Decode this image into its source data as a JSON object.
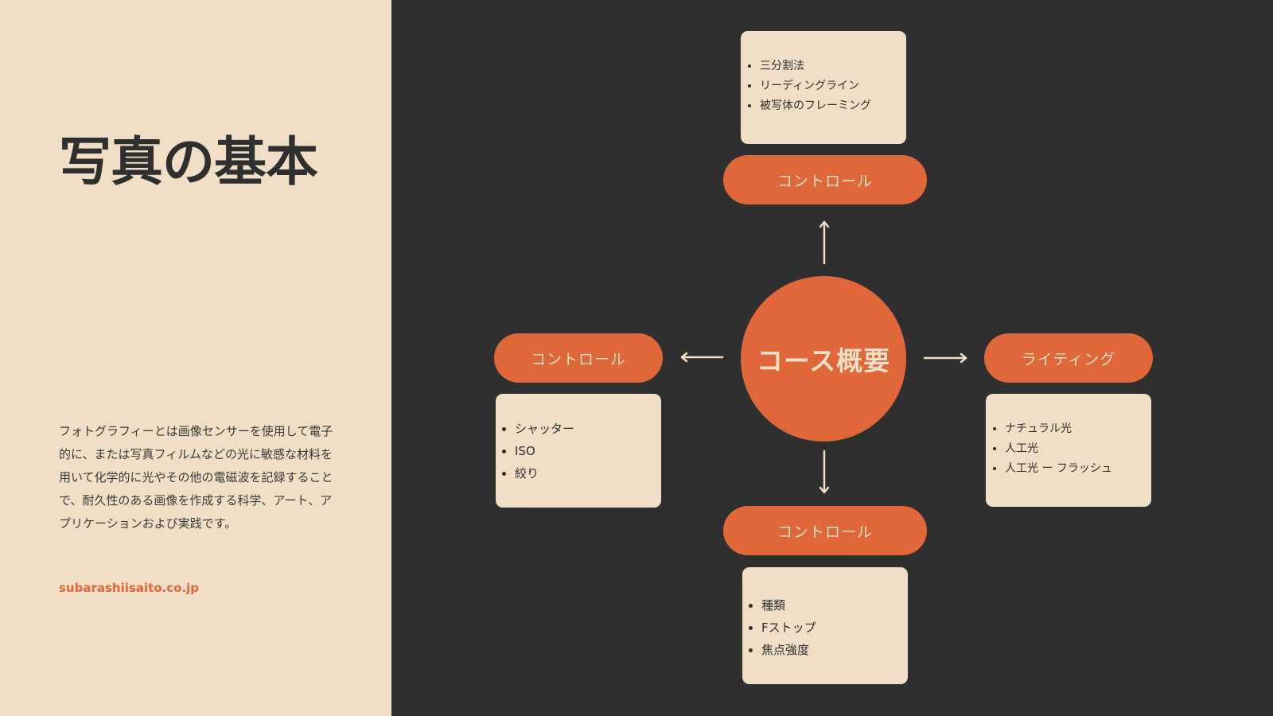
{
  "left": {
    "title": "写真の基本",
    "description": "フォトグラフィーとは画像センサーを使用して電子的に、または写真フィルムなどの光に敏感な材料を用いて化学的に光やその他の電磁波を記録することで、耐久性のある画像を作成する科学、アート、アプリケーションおよび実践です。",
    "website": "subarashiisaito.co.jp"
  },
  "diagram": {
    "center_label": "コース概要",
    "top": {
      "label": "コントロール",
      "items": [
        "三分割法",
        "リーディングライン",
        "被写体のフレーミング"
      ]
    },
    "left": {
      "label": "コントロール",
      "items": [
        "シャッター",
        "ISO",
        "絞り"
      ]
    },
    "right": {
      "label": "ライティング",
      "items": [
        "ナチュラル光",
        "人工光",
        "人工光 ー フラッシュ"
      ]
    },
    "bottom": {
      "label": "コントロール",
      "items": [
        "種類",
        "Fストップ",
        "焦点強度"
      ]
    }
  },
  "colors": {
    "accent": "#e0673a",
    "cream": "#f0dfc6",
    "dark": "#2f2f2f"
  }
}
